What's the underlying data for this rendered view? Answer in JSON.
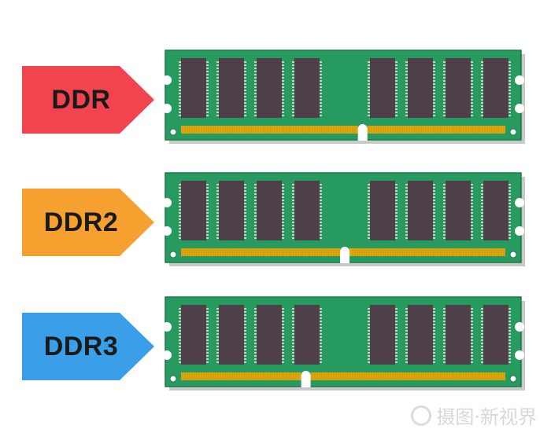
{
  "modules": [
    {
      "label": "DDR",
      "color": "#f2444e",
      "notch": 0.56
    },
    {
      "label": "DDR2",
      "color": "#f5a02f",
      "notch": 0.505
    },
    {
      "label": "DDR3",
      "color": "#3a9fe8",
      "notch": 0.385
    }
  ],
  "colors": {
    "pcb": "#279a60",
    "pcb_border": "#1a7a48",
    "chip": "#4f3f49",
    "pins": "#e0a80f",
    "shadow": "#c9c9c9"
  },
  "watermark": {
    "text": "摄图·新视界",
    "icon": "camera-aperture-icon"
  }
}
